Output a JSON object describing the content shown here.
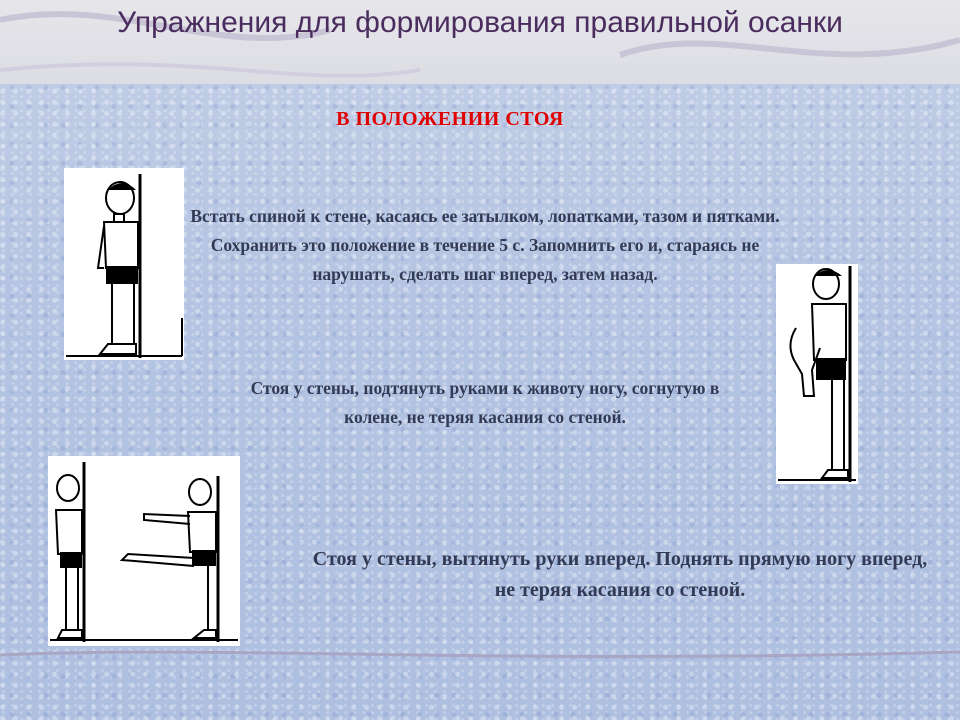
{
  "slide": {
    "title": "Упражнения для формирования правильной осанки",
    "subtitle": "В ПОЛОЖЕНИИ СТОЯ",
    "exercises": [
      {
        "text": "Встать  спиной к стене, касаясь ее затылком, лопатками, тазом и пятками. Сохранить это положение в течение 5 с. Запомнить его и, стараясь не нарушать, сделать шаг вперед, затем назад."
      },
      {
        "text": "Стоя у стены, подтянуть руками к животу ногу, согнутую в колене, не теряя касания со стеной."
      },
      {
        "text": "Стоя у стены, вытянуть руки вперед. Поднять прямую ногу вперед, не теряя касания со стеной."
      }
    ],
    "colors": {
      "title": "#4a2c5e",
      "subtitle": "#e00000",
      "body_text": "#333a55",
      "background": "#b8c8e2"
    }
  }
}
